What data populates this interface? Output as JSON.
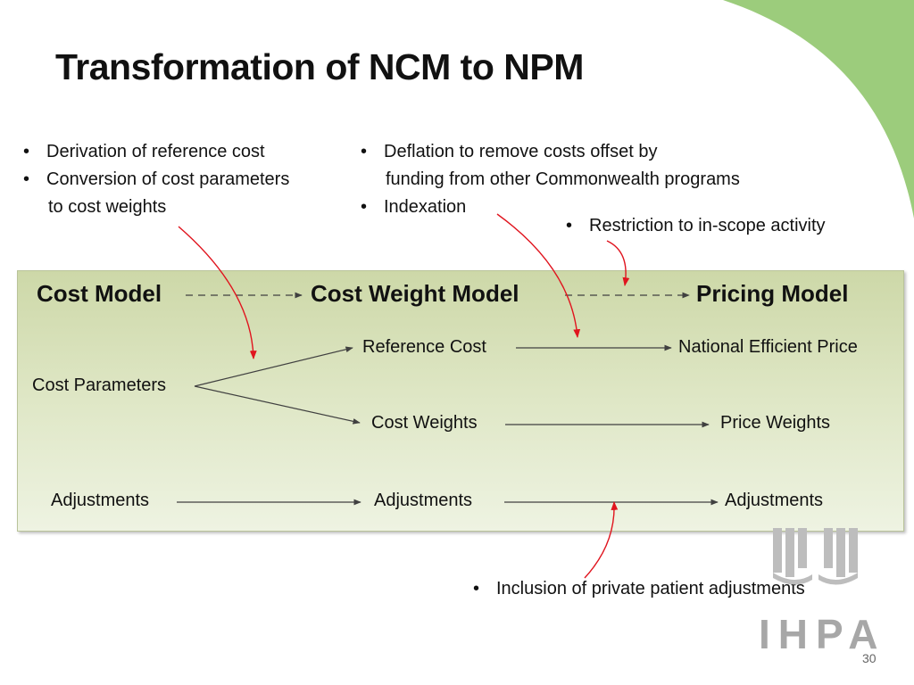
{
  "title": "Transformation of NCM to NPM",
  "notes": {
    "left": [
      "Derivation of reference cost",
      "Conversion of cost parameters",
      "to cost weights"
    ],
    "middle": [
      "Deflation to remove costs offset by",
      "funding from other Commonwealth programs",
      "Indexation"
    ],
    "right": "Restriction to in-scope activity",
    "bottom": "Inclusion of private patient adjustments"
  },
  "models": {
    "cost_model": "Cost Model",
    "cost_weight_model": "Cost Weight Model",
    "pricing_model": "Pricing Model"
  },
  "nodes": {
    "cost_parameters": "Cost Parameters",
    "reference_cost": "Reference Cost",
    "national_efficient_price": "National Efficient Price",
    "cost_weights": "Cost Weights",
    "price_weights": "Price Weights",
    "adjustments_cost_model": "Adjustments",
    "adjustments_cost_weight_model": "Adjustments",
    "adjustments_pricing_model": "Adjustments"
  },
  "logo_text": "IHPA",
  "page_number": "30",
  "colors": {
    "corner_green": "#9ccc7c",
    "box_top": "#cdd8a8",
    "box_bottom": "#eef3e2",
    "red_arrow": "#e0141e",
    "logo_grey": "#a7a7a7"
  }
}
